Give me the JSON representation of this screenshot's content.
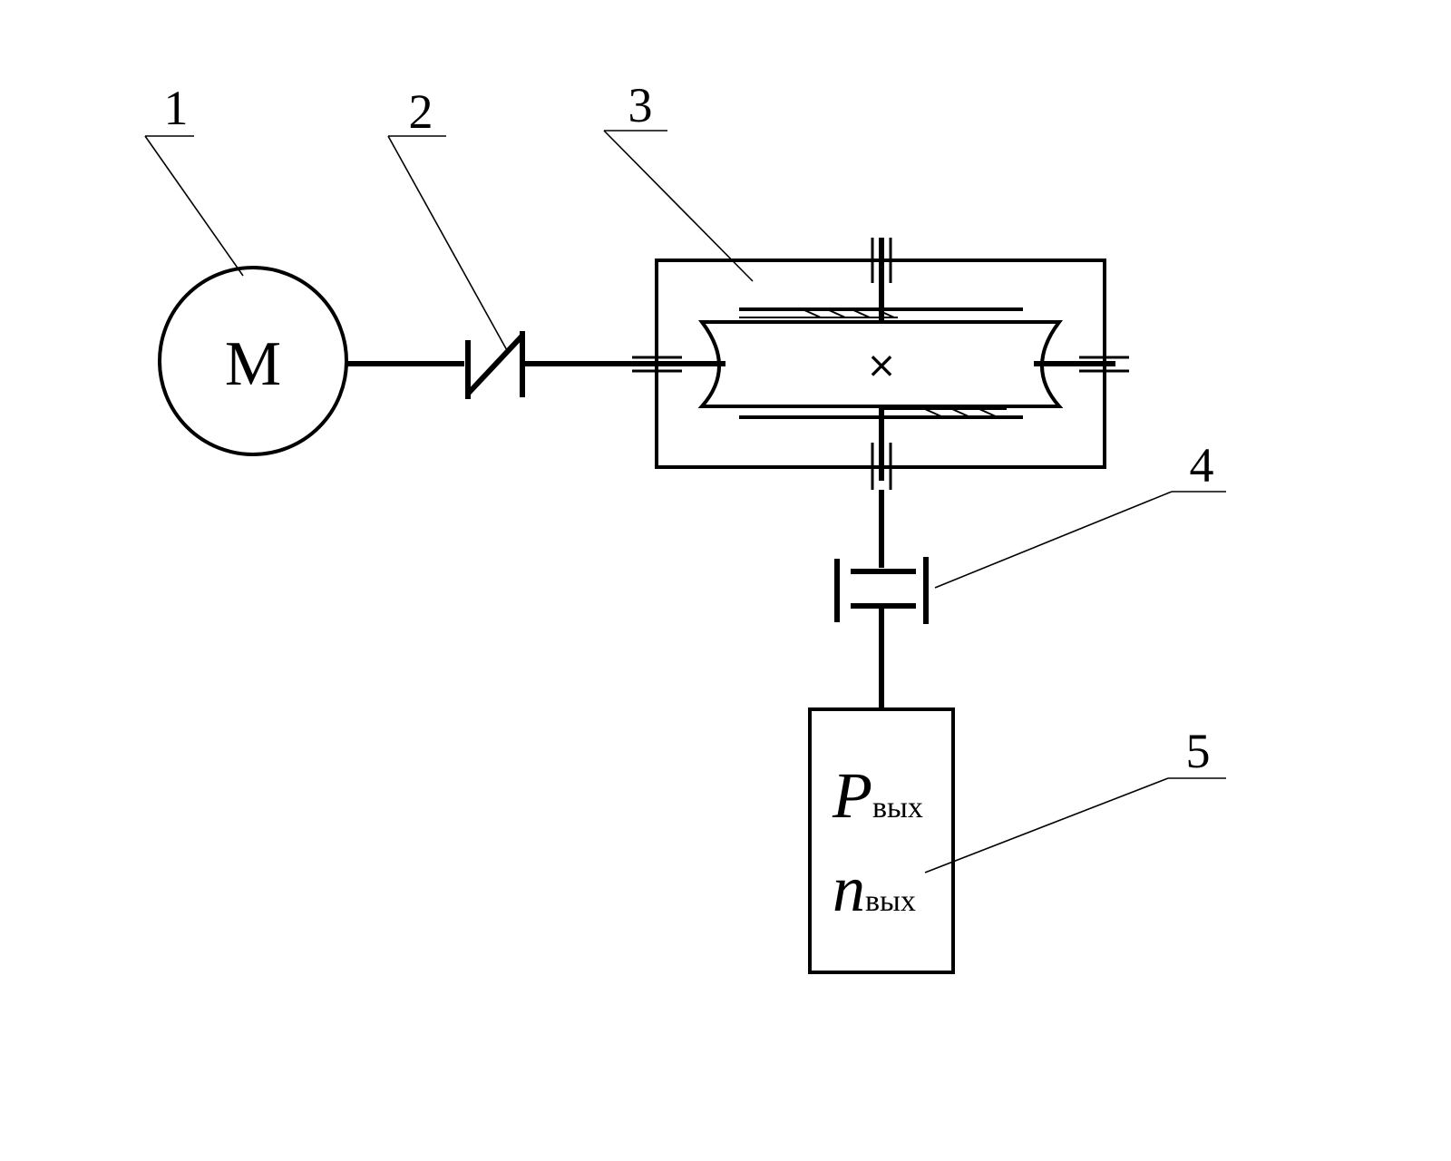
{
  "components": [
    {
      "num": "1",
      "symbol": "M"
    },
    {
      "num": "2"
    },
    {
      "num": "3"
    },
    {
      "num": "4"
    },
    {
      "num": "5"
    }
  ],
  "output": {
    "power_symbol": "P",
    "speed_symbol": "n",
    "subscript": "вых"
  },
  "gear_mark": "×"
}
